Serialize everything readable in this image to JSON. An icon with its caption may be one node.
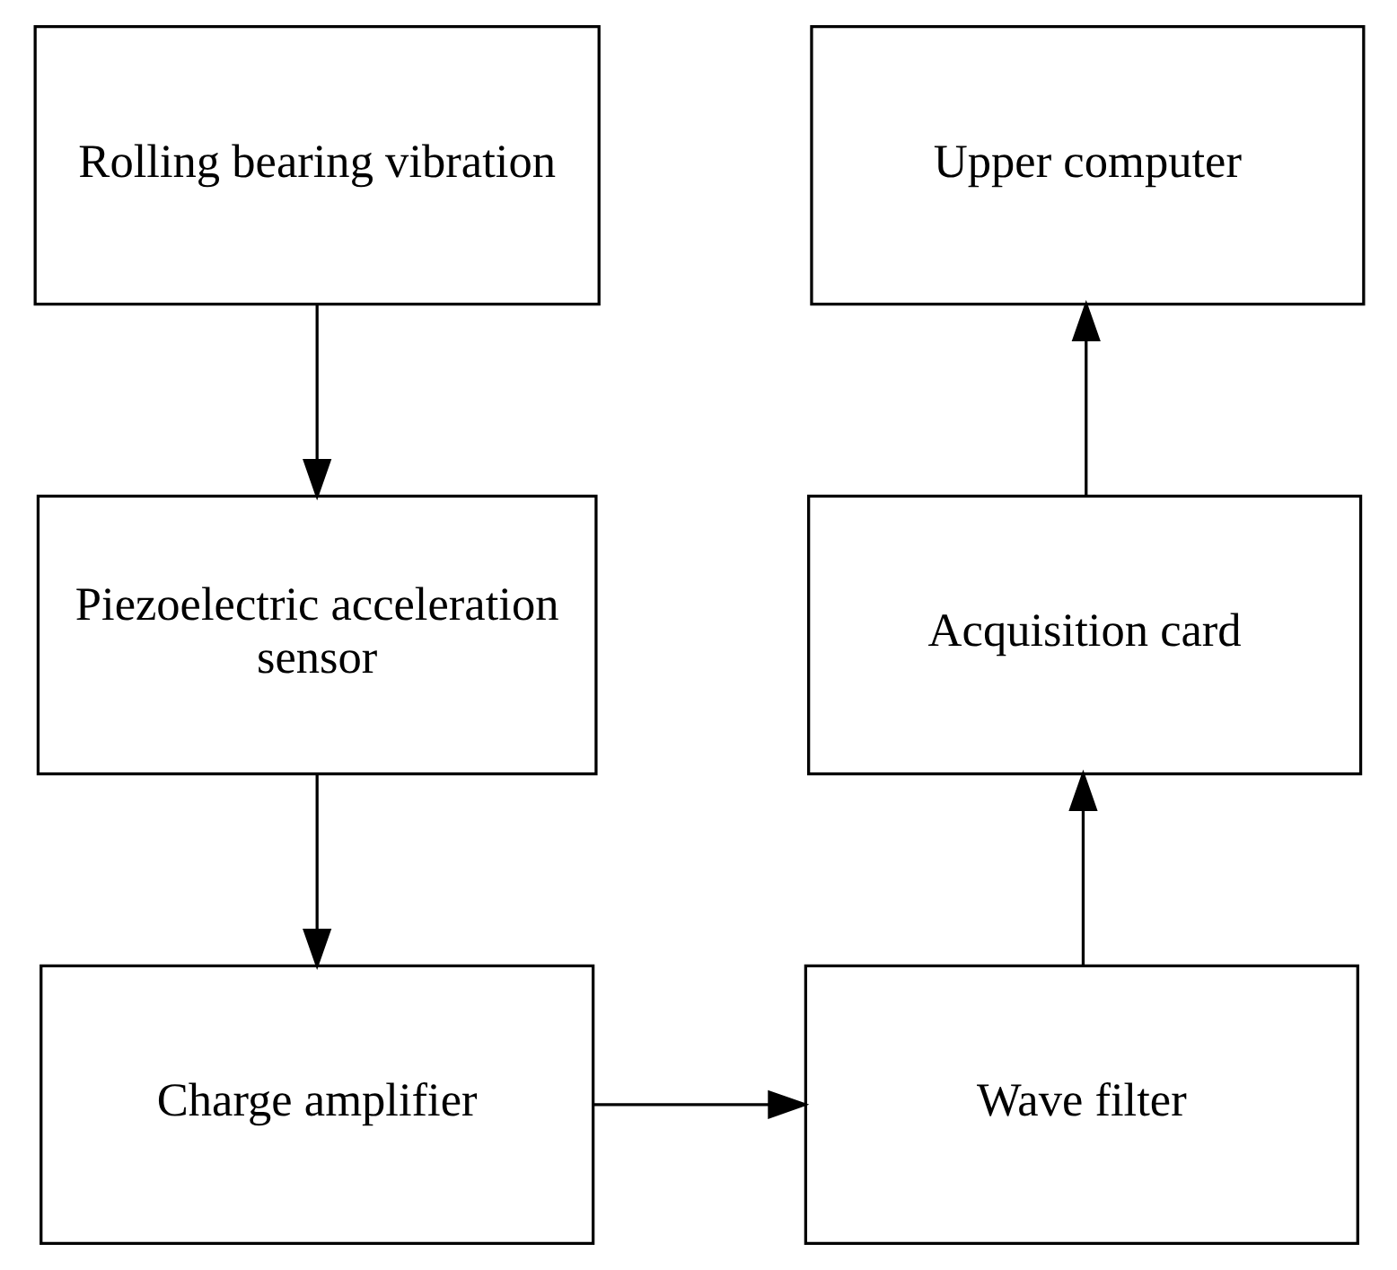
{
  "diagram": {
    "nodes": [
      {
        "text": [
          "Rolling bearing vibration"
        ]
      },
      {
        "text": [
          "Piezoelectric acceleration sensor"
        ]
      },
      {
        "text": [
          "Charge amplifier"
        ]
      },
      {
        "text": [
          "Upper computer"
        ]
      },
      {
        "text": [
          "Acquisition card"
        ]
      },
      {
        "text": [
          "Wave filter"
        ]
      }
    ],
    "edges": [
      {
        "from": 0,
        "to": 1,
        "arrow": "to"
      },
      {
        "from": 1,
        "to": 2,
        "arrow": "to"
      },
      {
        "from": 2,
        "to": 5,
        "arrow": "to"
      },
      {
        "from": 5,
        "to": 4,
        "arrow": "to"
      },
      {
        "from": 4,
        "to": 3,
        "arrow": "to"
      }
    ]
  }
}
